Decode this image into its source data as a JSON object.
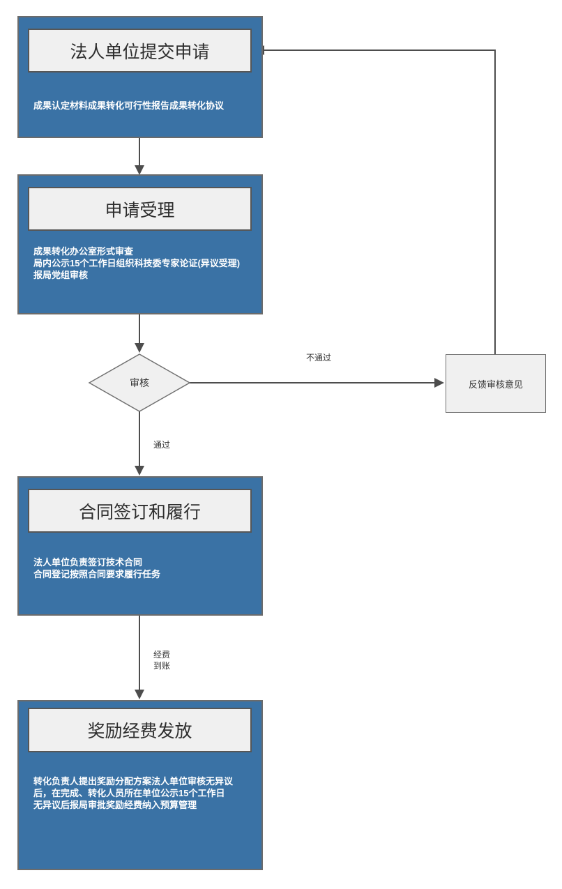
{
  "colors": {
    "box_fill": "#3a72a5",
    "box_border": "#6b6b6b",
    "header_fill": "#f0f0f0",
    "header_border": "#565656",
    "shape_fill": "#f0f0f0",
    "shape_border": "#707070",
    "line_color": "#4d4d4d",
    "header_text": "#2d2d2d",
    "body_text": "#ffffff"
  },
  "flowchart": {
    "steps": [
      {
        "title": "法人单位提交申请",
        "body": "成果认定材料成果转化可行性报告成果转化协议"
      },
      {
        "title": "申请受理",
        "body": "成果转化办公室形式审查\n局内公示15个工作日组织科技委专家论证(异议受理)\n报局党组审核"
      },
      {
        "title": "合同签订和履行",
        "body": "法人单位负责签订技术合同\n合同登记按照合同要求履行任务"
      },
      {
        "title": "奖励经费发放",
        "body": "转化负责人提出奖励分配方案法人单位审核无异议后，在完成、转化人员所在单位公示15个工作日无异议后报局审批奖励经费纳入预算管理"
      }
    ],
    "decision": {
      "label": "审核"
    },
    "feedback_box": {
      "label": "反馈审核意见"
    },
    "edge_labels": {
      "fail": "不通过",
      "pass": "通过",
      "funds": "经费\n到账"
    }
  }
}
